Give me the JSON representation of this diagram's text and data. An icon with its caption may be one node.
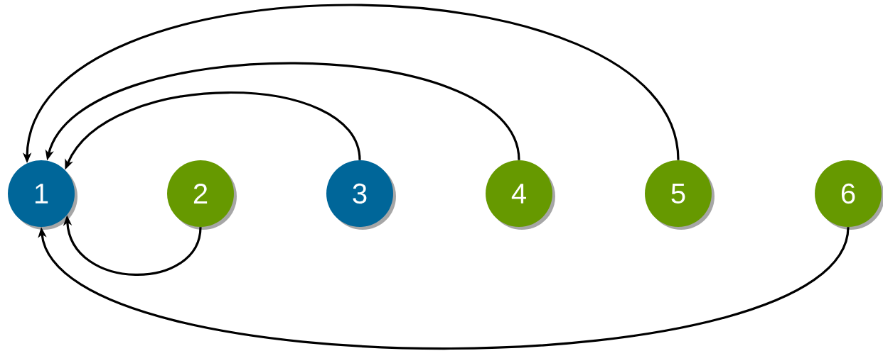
{
  "diagram": {
    "nodes": [
      {
        "text": [
          "1"
        ]
      },
      {
        "text": [
          "2"
        ]
      },
      {
        "text": [
          "3"
        ]
      },
      {
        "text": [
          "4"
        ]
      },
      {
        "text": [
          "5"
        ]
      },
      {
        "text": [
          "6"
        ]
      }
    ],
    "edges": [
      {
        "from": 1,
        "to": 0,
        "arrow": "to"
      },
      {
        "from": 2,
        "to": 0,
        "arrow": "to"
      },
      {
        "from": 3,
        "to": 0,
        "arrow": "to"
      },
      {
        "from": 4,
        "to": 0,
        "arrow": "to"
      },
      {
        "from": 5,
        "to": 0,
        "arrow": "to"
      }
    ]
  }
}
